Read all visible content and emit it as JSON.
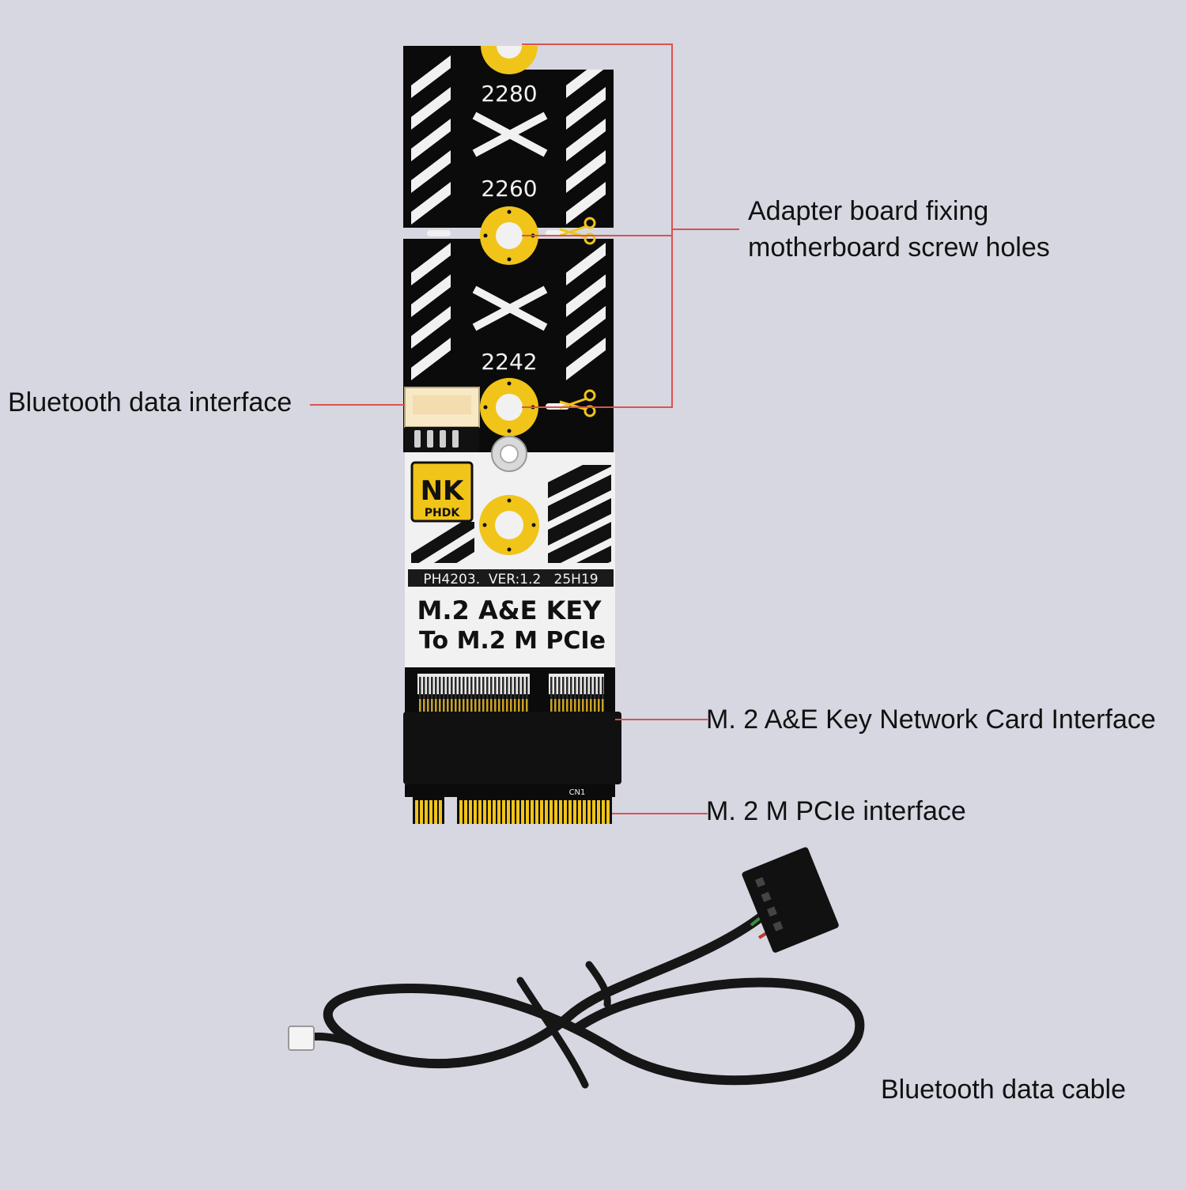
{
  "callouts": {
    "fixing_line1": "Adapter board fixing",
    "fixing_line2": "motherboard screw holes",
    "bluetooth_interface": "Bluetooth data interface",
    "network_interface": "M. 2 A&E Key Network Card Interface",
    "pcie_interface": "M. 2 M PCIe interface",
    "bluetooth_cable": "Bluetooth data cable"
  },
  "board": {
    "size_2280": "2280",
    "size_2260": "2260",
    "size_2242": "2242",
    "logo_brand": "PHDK",
    "model_line": "PH4203.  VER:1.2   25H19",
    "title_line1": "M.2 A&E KEY",
    "title_line2": "To M.2 M PCIe",
    "connector_label": "CN1"
  },
  "colors": {
    "background": "#d6d7e1",
    "pcb_black": "#0b0b0b",
    "pcb_white": "#f1f1f1",
    "gold": "#f0c419",
    "leader_line": "#d9534f"
  }
}
